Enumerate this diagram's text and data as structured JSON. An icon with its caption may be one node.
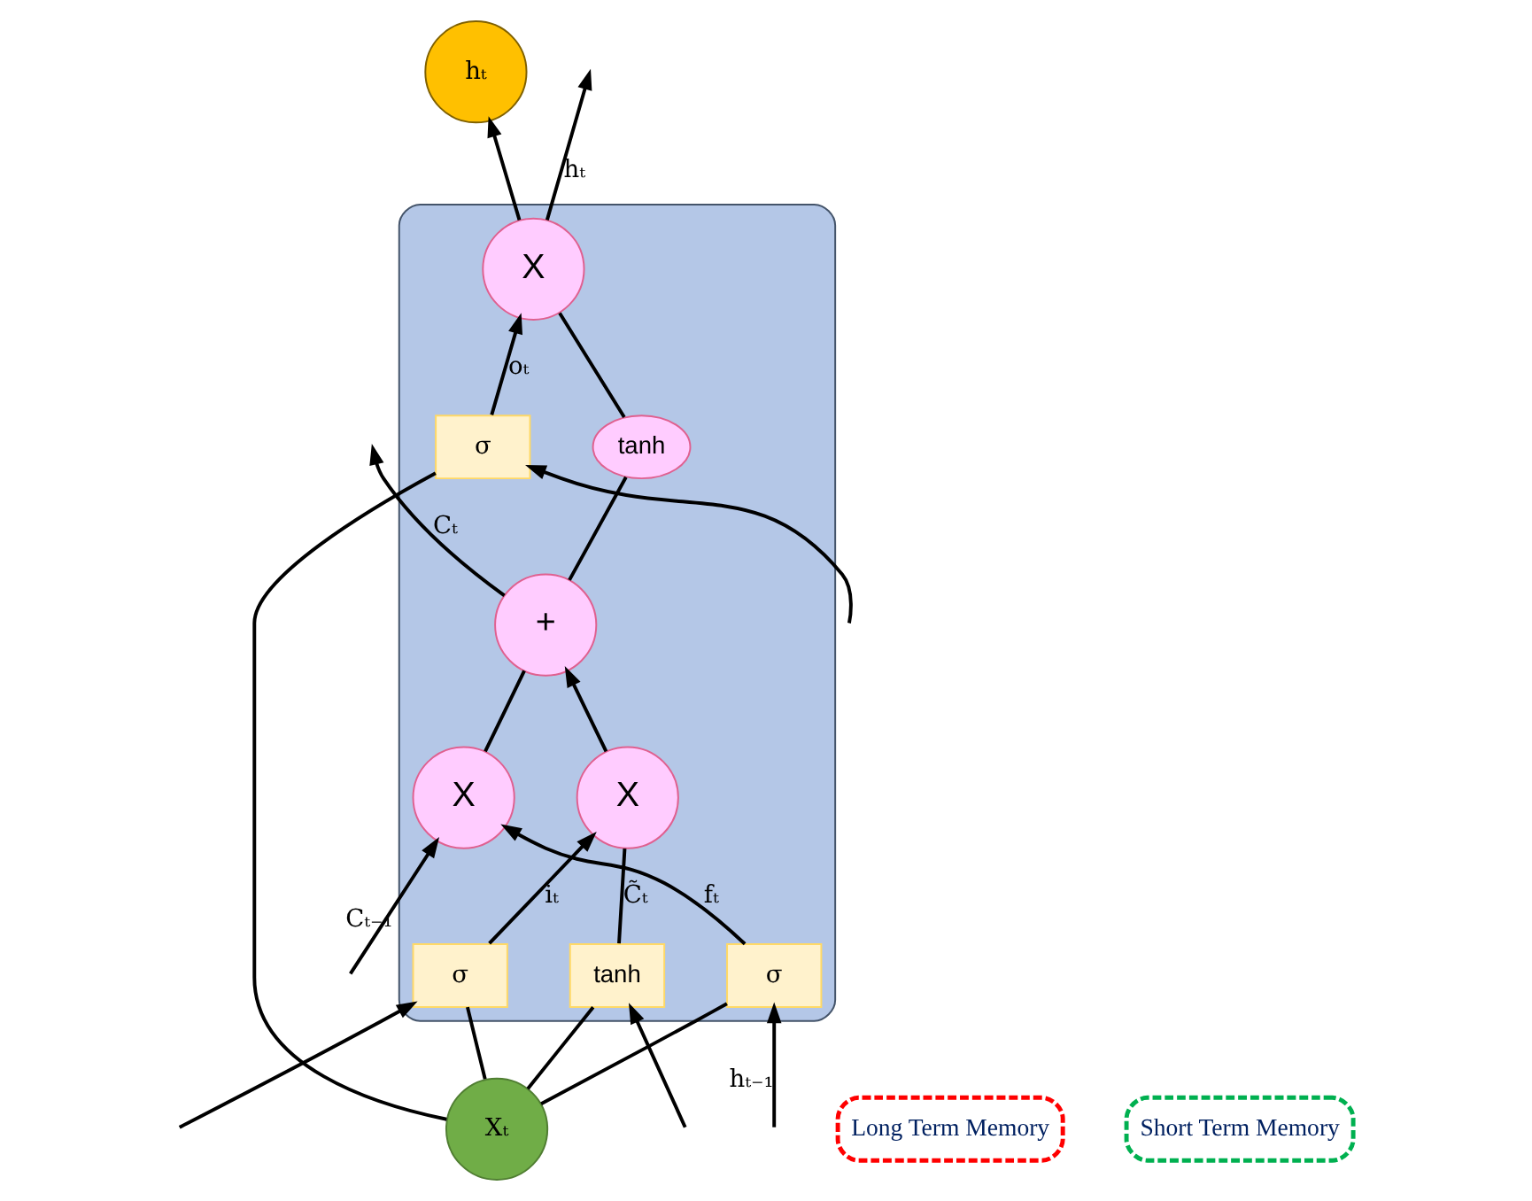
{
  "diagram": {
    "nodes": [
      {
        "text": [
          "hₜ"
        ]
      },
      {
        "text": [
          "Long Term Memory"
        ]
      },
      {
        "text": [],
        "shape": "box"
      },
      {
        "text": [
          "X"
        ],
        "in": 2
      },
      {
        "text": [
          "+"
        ],
        "in": 2
      },
      {
        "text": [
          "tanh"
        ],
        "in": 2
      },
      {
        "text": [
          "X"
        ],
        "in": 2
      },
      {
        "text": [
          "X"
        ],
        "in": 2
      },
      {
        "text": [
          "σ"
        ],
        "in": 2
      },
      {
        "text": [
          "σ"
        ],
        "in": 2
      },
      {
        "text": [
          "tanh"
        ],
        "in": 2
      },
      {
        "text": [
          "σ"
        ],
        "in": 2
      },
      {
        "text": [
          "Short Term Memory"
        ]
      },
      {
        "text": [
          "Xₜ"
        ]
      }
    ],
    "edges": [
      {
        "from": null,
        "to": 3,
        "arrow": "to",
        "label": "Cₜ₋₁"
      },
      {
        "from": 3,
        "to": 4,
        "arrow": "none"
      },
      {
        "from": 4,
        "to": null,
        "arrow": "to",
        "label": "Cₜ"
      },
      {
        "from": 4,
        "to": 5,
        "arrow": "none"
      },
      {
        "from": 5,
        "to": 7,
        "arrow": "none"
      },
      {
        "from": 7,
        "to": 0,
        "arrow": "to"
      },
      {
        "from": 7,
        "to": null,
        "arrow": "to",
        "label": "hₜ"
      },
      {
        "from": null,
        "to": 8,
        "arrow": "to",
        "label": "hₜ₋₁"
      },
      {
        "from": null,
        "to": 9,
        "arrow": "to"
      },
      {
        "from": null,
        "to": 10,
        "arrow": "to"
      },
      {
        "from": null,
        "to": 11,
        "arrow": "to"
      },
      {
        "from": 13,
        "to": 8,
        "arrow": "none"
      },
      {
        "from": 13,
        "to": 9,
        "arrow": "none"
      },
      {
        "from": 13,
        "to": 10,
        "arrow": "none"
      },
      {
        "from": 13,
        "to": 11,
        "arrow": "none"
      },
      {
        "from": 8,
        "to": 3,
        "arrow": "to",
        "label": "fₜ"
      },
      {
        "from": 9,
        "to": 6,
        "arrow": "to",
        "label": "iₜ"
      },
      {
        "from": 10,
        "to": 6,
        "arrow": "none",
        "label": "C̃ₜ"
      },
      {
        "from": 6,
        "to": 4,
        "arrow": "to"
      },
      {
        "from": 11,
        "to": 7,
        "arrow": "to",
        "label": "oₜ"
      }
    ]
  }
}
